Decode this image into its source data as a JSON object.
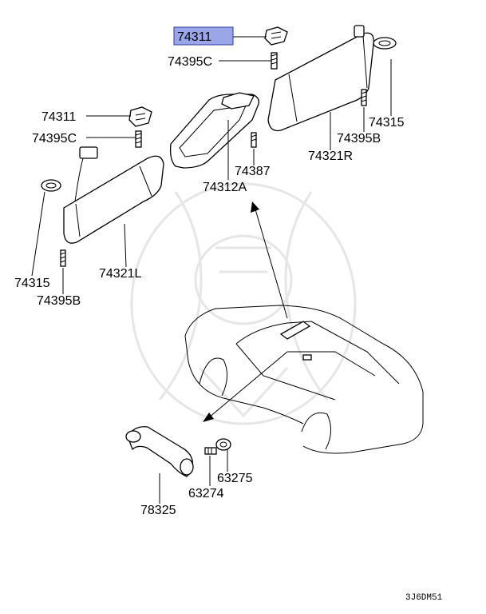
{
  "parts": {
    "p74311_top": "74311",
    "p74395c_top": "74395C",
    "p74311_left": "74311",
    "p74395c_left": "74395C",
    "p74315_right": "74315",
    "p74395b_right": "74395B",
    "p74321r": "74321R",
    "p74387": "74387",
    "p74312a": "74312A",
    "p74315_left": "74315",
    "p74395b_left": "74395B",
    "p74321l": "74321L",
    "p63275": "63275",
    "p63274": "63274",
    "p78325": "78325"
  },
  "diagram_code": "3J6DM51",
  "colors": {
    "highlight_fill": "#9aa6e8",
    "highlight_stroke": "#2b3aa6",
    "watermark": "#e6e6e6"
  }
}
